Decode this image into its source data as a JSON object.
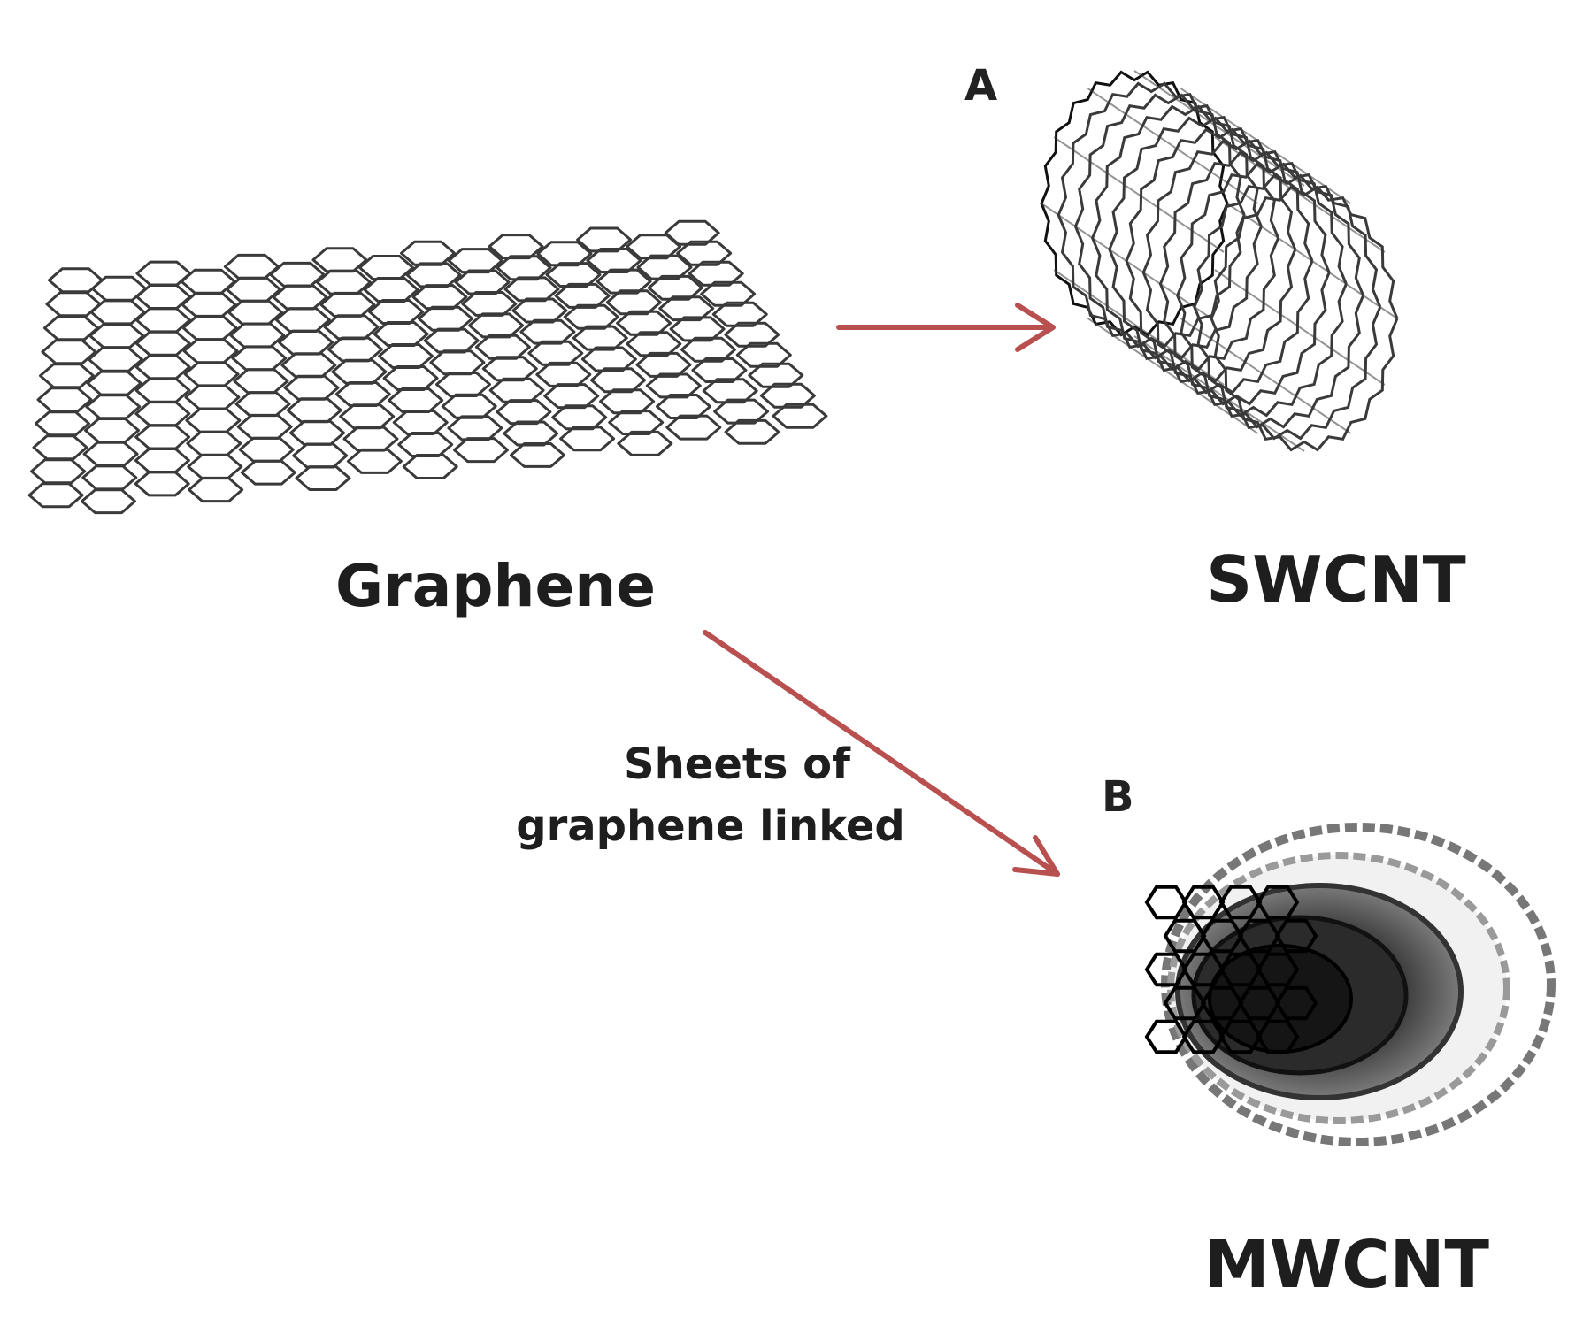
{
  "figure": {
    "graphene": {
      "label": "Graphene"
    },
    "panel_a": {
      "letter": "A",
      "label": "SWCNT"
    },
    "panel_b": {
      "letter": "B",
      "label": "MWCNT"
    },
    "arrow_b_text": {
      "line1": "Sheets of",
      "line2": "graphene linked"
    }
  },
  "colors": {
    "arrow": "#b85050",
    "lattice": "#3a3a3a",
    "lattice_dark": "#111111",
    "text": "#1e1e1e"
  }
}
